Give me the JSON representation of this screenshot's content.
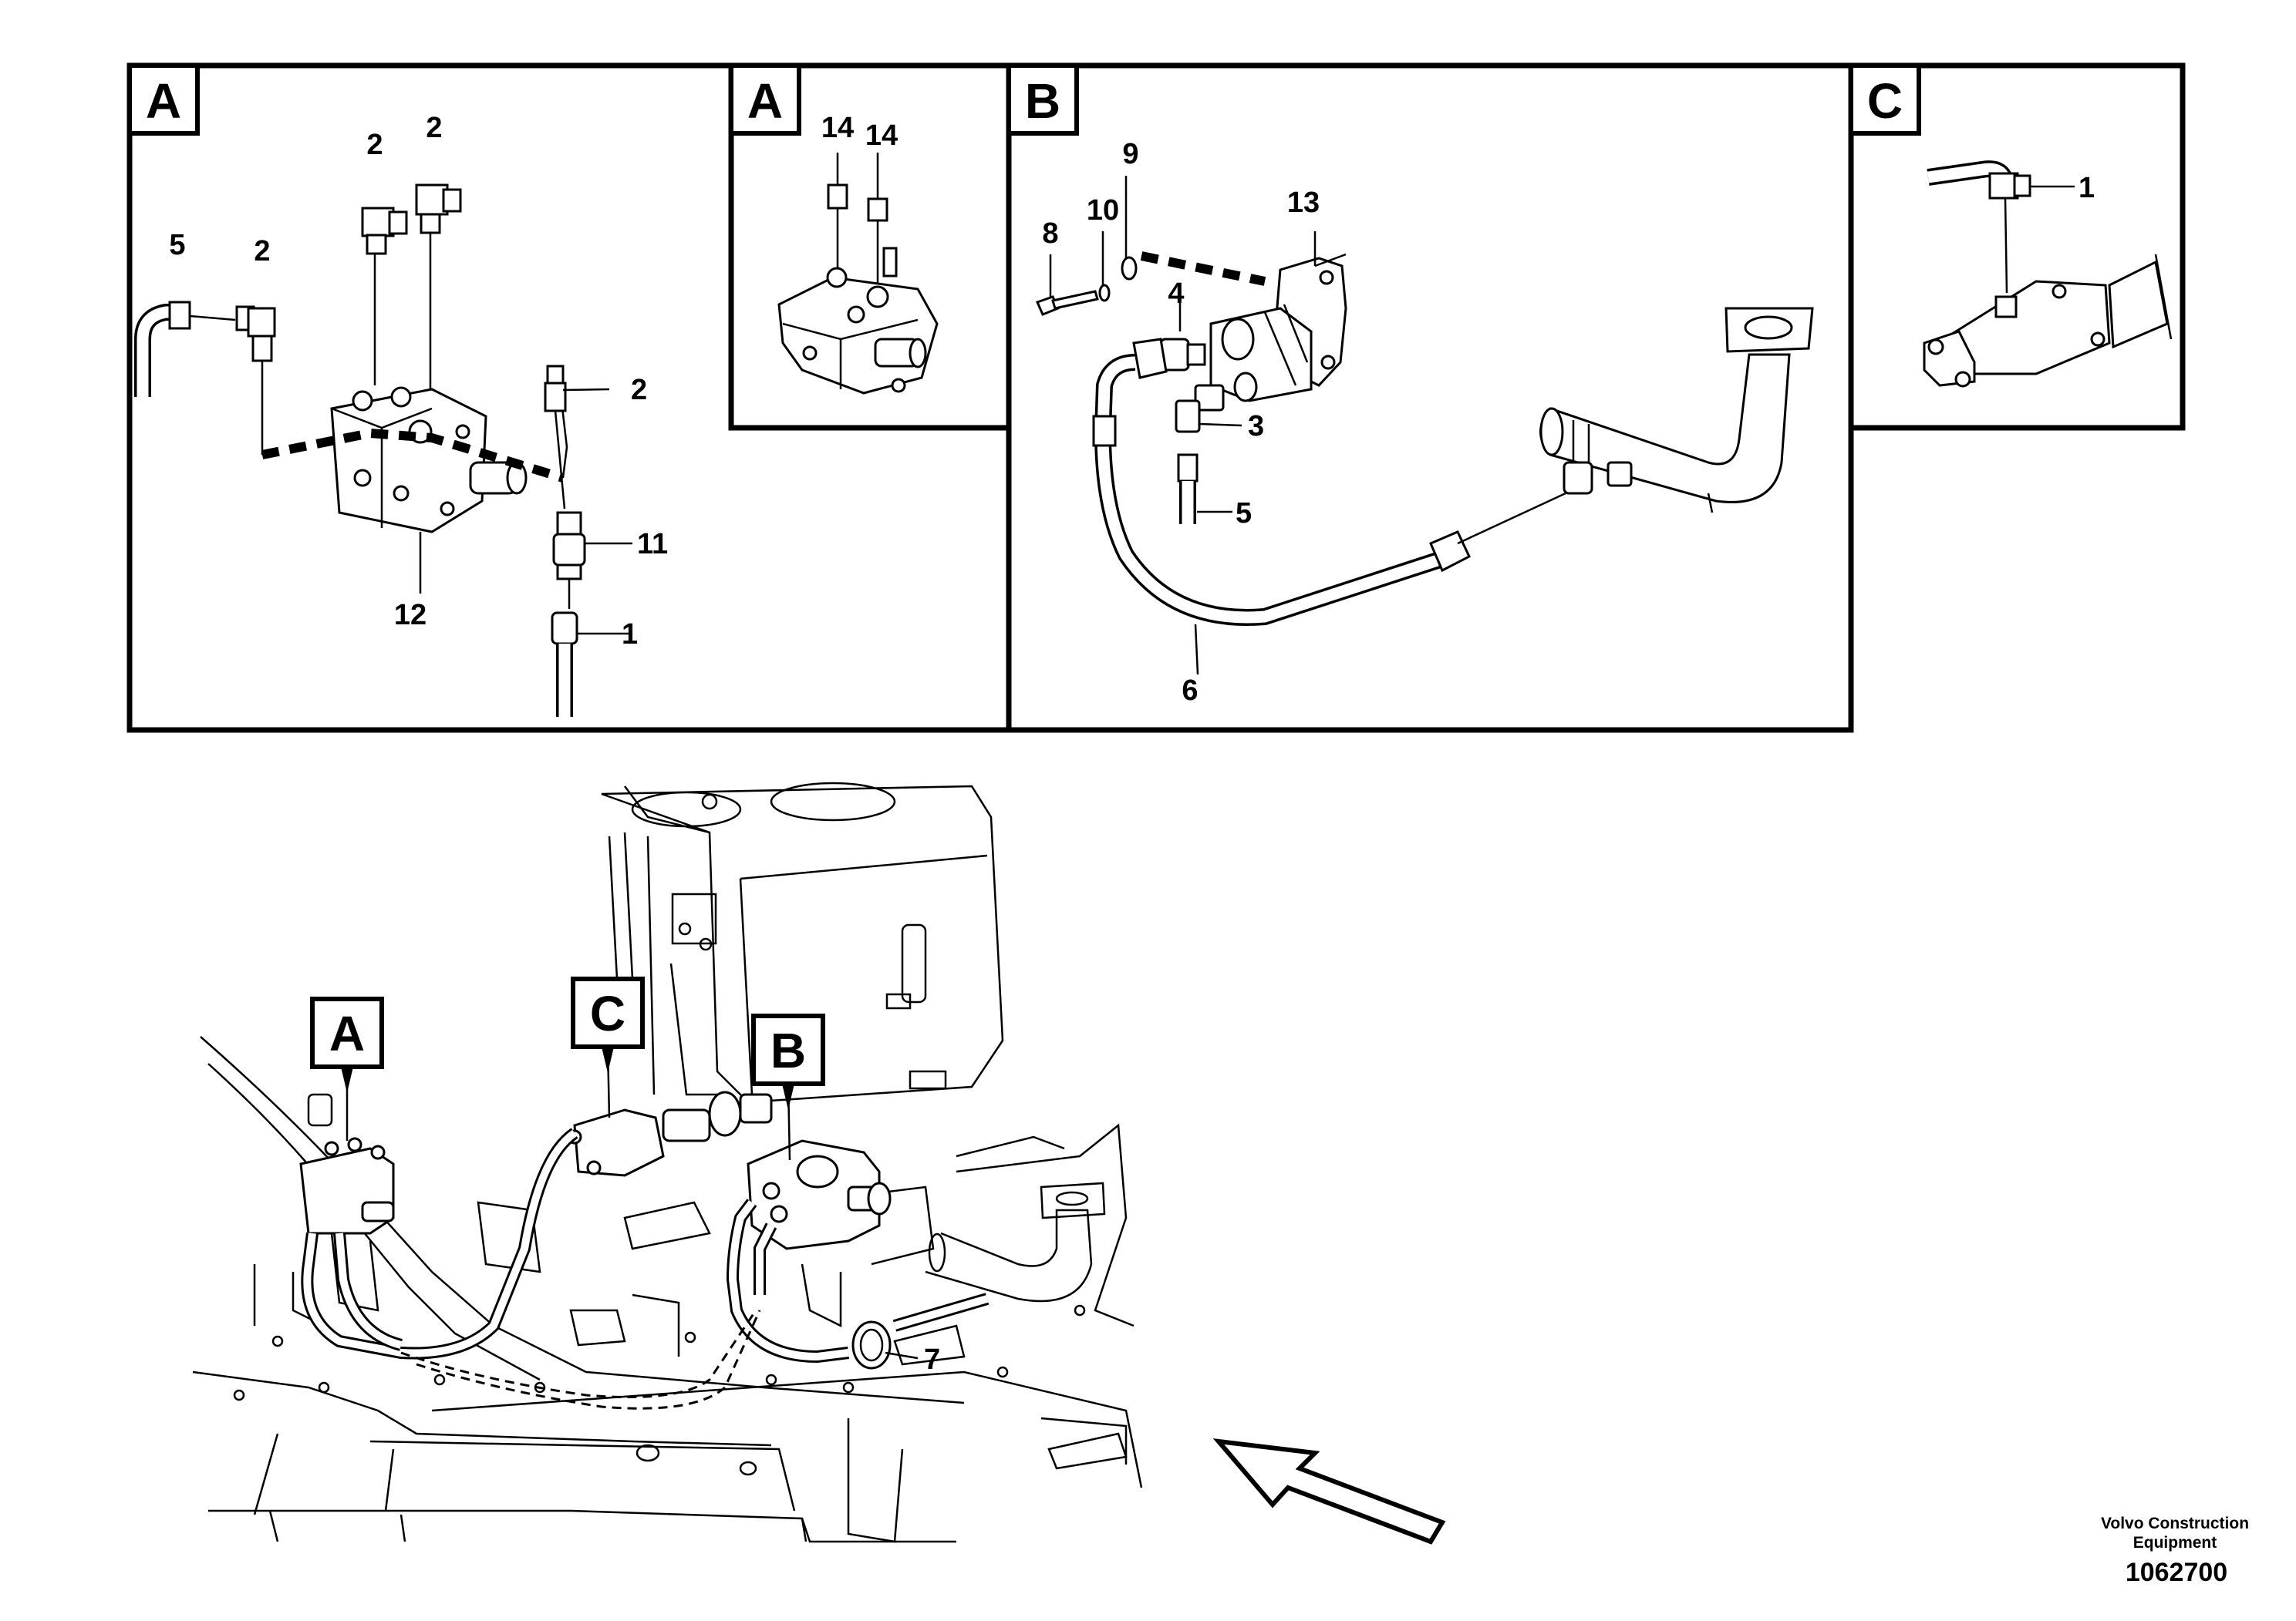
{
  "panels": {
    "a1": {
      "letter": "A",
      "labels": [
        "2",
        "2",
        "5",
        "2",
        "2",
        "11",
        "12",
        "1"
      ]
    },
    "a2": {
      "letter": "A",
      "labels": [
        "14",
        "14"
      ]
    },
    "b": {
      "letter": "B",
      "labels": [
        "9",
        "10",
        "8",
        "13",
        "4",
        "3",
        "5",
        "6"
      ]
    },
    "c": {
      "letter": "C",
      "labels": [
        "1"
      ]
    }
  },
  "overview": {
    "callouts": [
      "A",
      "C",
      "B"
    ],
    "labels": [
      "7"
    ]
  },
  "footer": {
    "brand_line1": "Volvo Construction",
    "brand_line2": "Equipment",
    "reference": "1062700"
  }
}
